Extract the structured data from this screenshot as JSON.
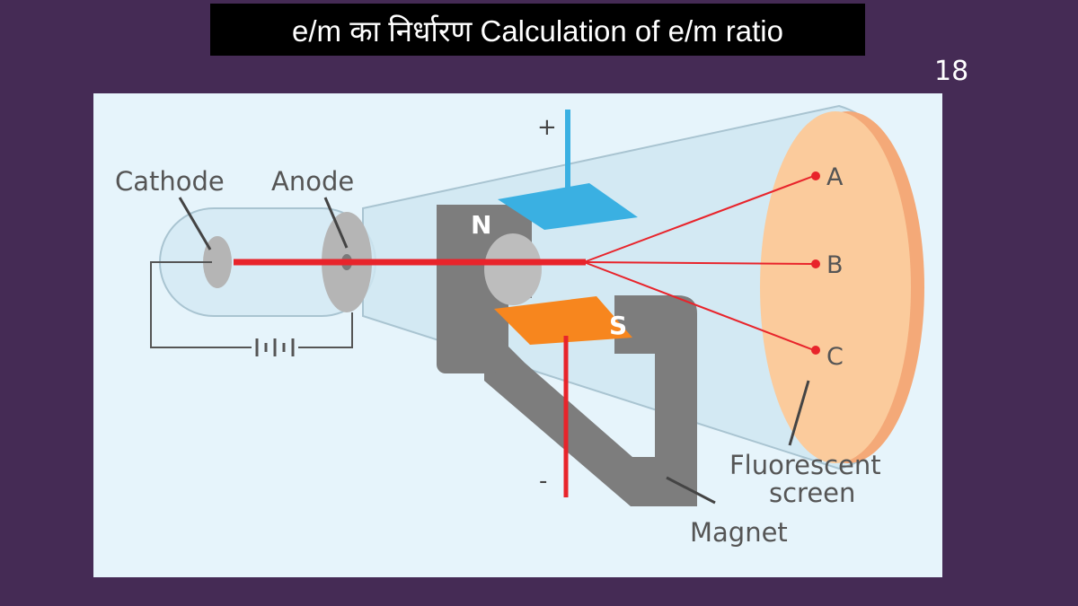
{
  "slide": {
    "title": "e/m का निर्धारण Calculation of e/m ratio",
    "page_number": "18"
  },
  "diagram": {
    "labels": {
      "cathode": "Cathode",
      "anode": "Anode",
      "plus": "+",
      "minus": "-",
      "north": "N",
      "south": "S",
      "point_a": "A",
      "point_b": "B",
      "point_c": "C",
      "screen_line1": "Fluorescent",
      "screen_line2": "screen",
      "magnet": "Magnet"
    },
    "colors": {
      "slide_background": "#452b55",
      "diagram_background": "#e6f4fb",
      "beam": "#e8242b",
      "positive_plate": "#3ab0e2",
      "negative_plate": "#f7861e",
      "magnet": "#7d7d7d",
      "screen": "#fbcb9c"
    }
  }
}
